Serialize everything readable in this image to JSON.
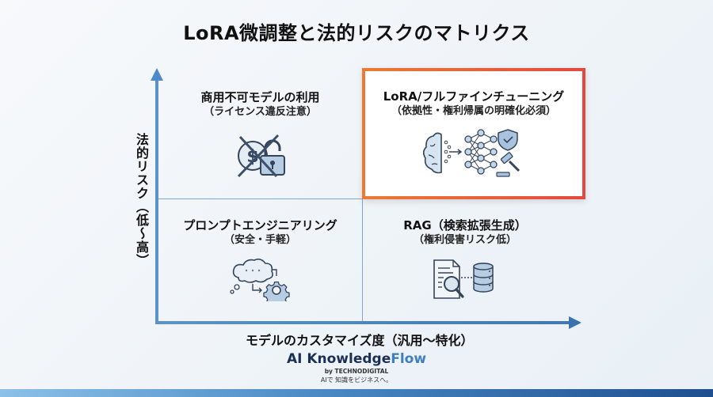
{
  "title": "LoRA微調整と法的リスクのマトリクス",
  "axes": {
    "y_label": "法的リスク（低〜高）",
    "x_label": "モデルのカスタマイズ度（汎用〜特化）",
    "color": "#4d8cc8"
  },
  "quadrants": {
    "top_left": {
      "title": "商用不可モデルの利用",
      "subtitle": "（ライセンス違反注意）",
      "icon": "crossed-dollar-unlock-icon"
    },
    "top_right": {
      "title": "LoRA/フルファインチューニング",
      "subtitle": "（依拠性・権利帰属の明確化必須）",
      "icon": "brain-neural-network-gavel-icon",
      "highlight_color": "#ea6a3a"
    },
    "bottom_left": {
      "title": "プロンプトエンジニアリング",
      "subtitle": "（安全・手軽）",
      "icon": "thought-cloud-gear-icon"
    },
    "bottom_right": {
      "title": "RAG（検索拡張生成）",
      "subtitle": "（権利侵害リスク低）",
      "icon": "document-search-database-icon"
    }
  },
  "footer": {
    "brand_main": "AI Knowledge",
    "brand_accent": "Flow",
    "byline": "by TECHNODIGITAL",
    "tagline": "AIで 知識をビジネスへ。"
  }
}
